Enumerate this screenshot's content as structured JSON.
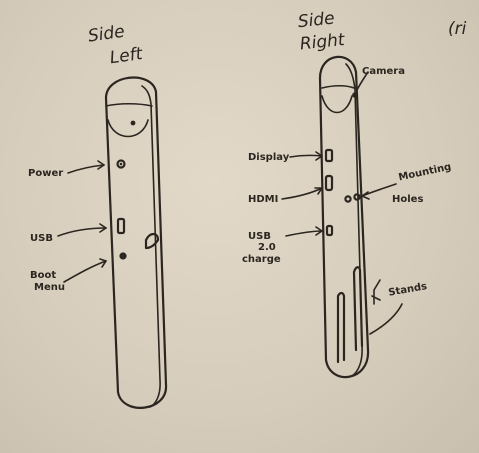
{
  "left_view": {
    "title_line1": "Side",
    "title_line2": "Left",
    "labels": {
      "power": "Power",
      "usb": "USB",
      "boot_line1": "Boot",
      "boot_line2": "Menu"
    }
  },
  "right_view": {
    "title_line1": "Side",
    "title_line2": "Right",
    "labels": {
      "camera": "Camera",
      "display": "Display",
      "hdmi": "HDMI",
      "usb_line1": "USB",
      "usb_line2": "2.0",
      "usb_line3": "charge",
      "mounting_line1": "Mounting",
      "mounting_line2": "Holes",
      "stands": "Stands"
    }
  },
  "corner_partial_text": "(ri"
}
